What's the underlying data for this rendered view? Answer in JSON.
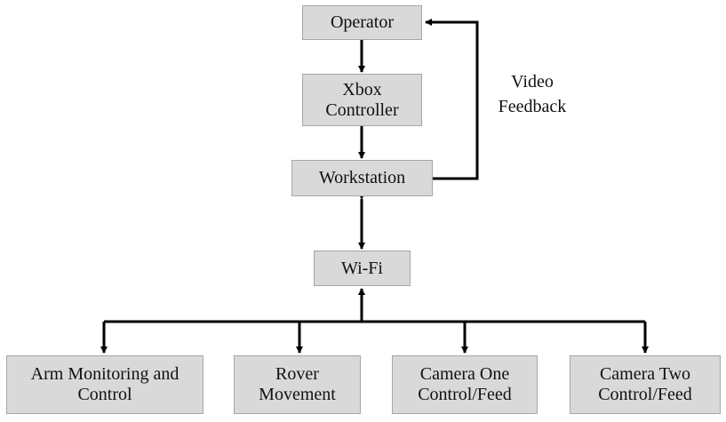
{
  "nodes": {
    "operator": {
      "label": "Operator"
    },
    "xbox": {
      "line1": "Xbox",
      "line2": "Controller"
    },
    "workstation": {
      "label": "Workstation"
    },
    "wifi": {
      "label": "Wi-Fi"
    },
    "arm": {
      "line1": "Arm Monitoring and",
      "line2": "Control"
    },
    "rover": {
      "line1": "Rover",
      "line2": "Movement"
    },
    "camera_one": {
      "line1": "Camera One",
      "line2": "Control/Feed"
    },
    "camera_two": {
      "line1": "Camera Two",
      "line2": "Control/Feed"
    }
  },
  "feedback_label": {
    "line1": "Video",
    "line2": "Feedback"
  },
  "colors": {
    "box_fill": "#d9d9d9",
    "box_border": "#a6a6a6",
    "line": "#000000"
  }
}
